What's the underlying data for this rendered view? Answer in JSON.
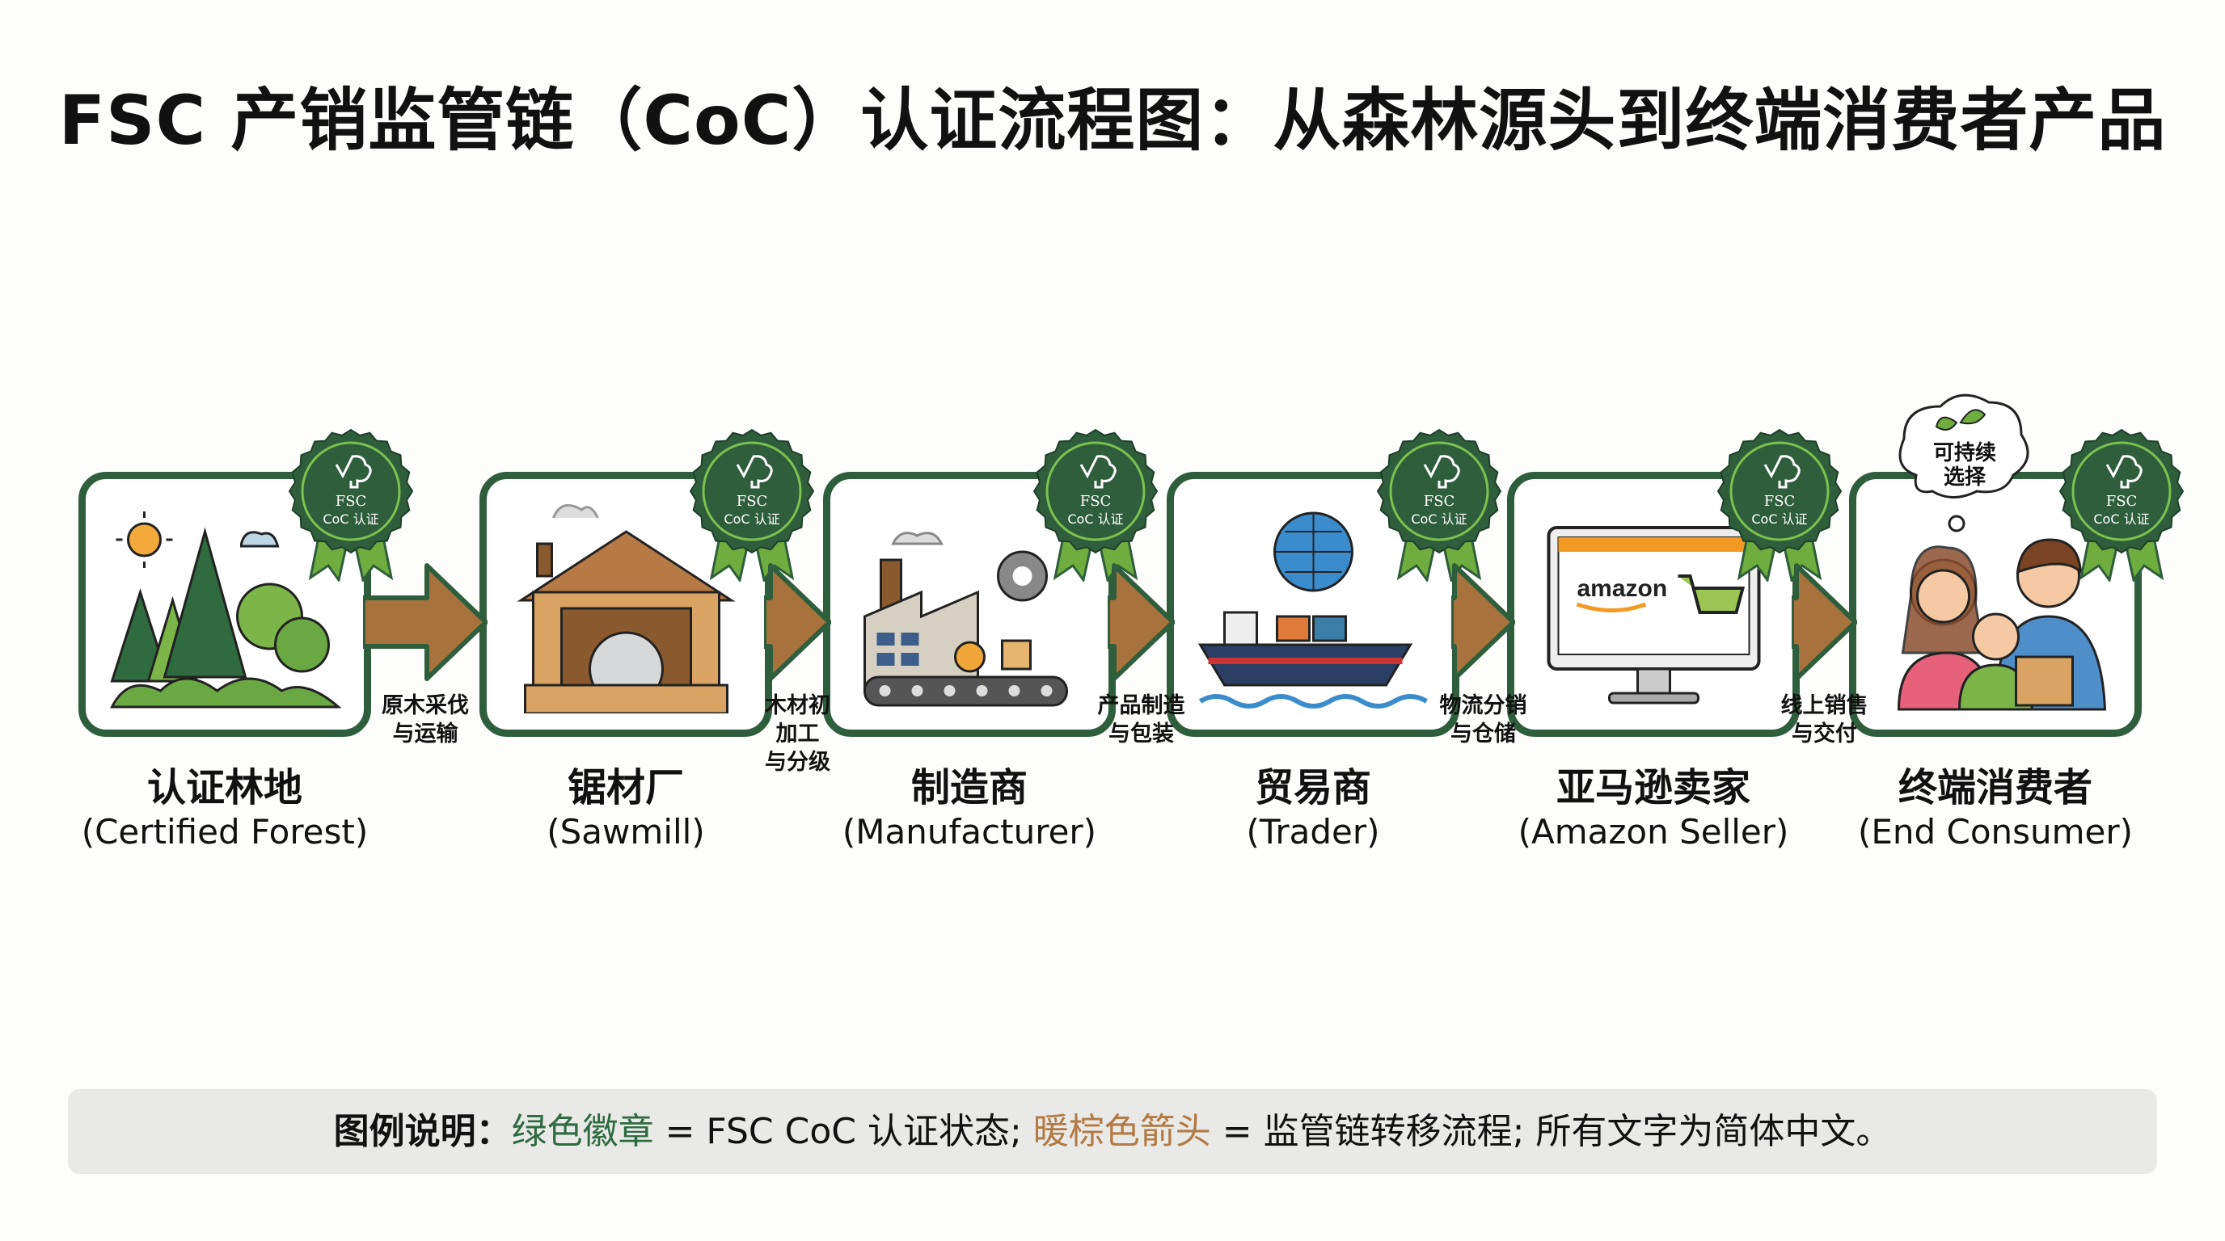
{
  "title": "FSC 产销监管链（CoC）认证流程图：从森林源头到终端消费者产品",
  "badge": {
    "line1": "FSC",
    "line2": "CoC 认证"
  },
  "stages": [
    {
      "name": "认证林地",
      "english": "(Certified Forest)",
      "icon": "forest-icon"
    },
    {
      "name": "锯材厂",
      "english": "(Sawmill)",
      "icon": "sawmill-icon"
    },
    {
      "name": "制造商",
      "english": "(Manufacturer)",
      "icon": "factory-icon"
    },
    {
      "name": "贸易商",
      "english": "(Trader)",
      "icon": "cargo-ship-icon"
    },
    {
      "name": "亚马逊卖家",
      "english": "(Amazon Seller)",
      "icon": "computer-shop-icon",
      "screen_text": "amazon"
    },
    {
      "name": "终端消费者",
      "english": "(End Consumer)",
      "icon": "family-icon",
      "bubble": [
        "可持续",
        "选择"
      ]
    }
  ],
  "arrows": [
    {
      "label": [
        "原木采伐",
        "与运输"
      ]
    },
    {
      "label": [
        "木材初",
        "加工",
        "与分级"
      ]
    },
    {
      "label": [
        "产品制造",
        "与包装"
      ]
    },
    {
      "label": [
        "物流分销",
        "与仓储"
      ]
    },
    {
      "label": [
        "线上销售",
        "与交付"
      ]
    }
  ],
  "legend": {
    "prefix": "图例说明：",
    "green_term": "绿色徽章",
    "green_def": " = FSC CoC 认证状态; ",
    "brown_term": "暖棕色箭头",
    "brown_def": " = 监管链转移流程; 所有文字为简体中文。"
  },
  "colors": {
    "badge_green": "#2f5e3c",
    "ribbon_green": "#6fae3e",
    "arrow_brown": "#a8723c",
    "border_green": "#2f5e3c"
  }
}
